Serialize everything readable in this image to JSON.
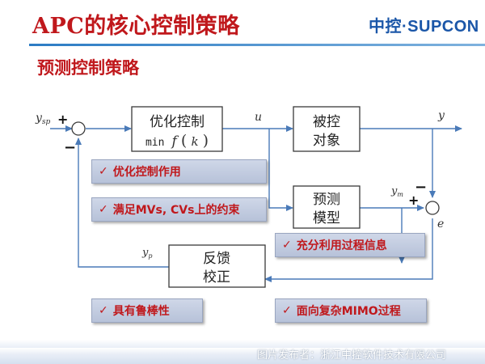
{
  "header": {
    "title": "APC的核心控制策略",
    "logo": "中控·SUPCON",
    "subtitle": "预测控制策略"
  },
  "blocks": {
    "optimizer": {
      "line1": "优化控制",
      "line2_prefix": "min",
      "line2_func": "f",
      "line2_arg": "k"
    },
    "plant": {
      "line1": "被控",
      "line2": "对象"
    },
    "model": {
      "line1": "预测",
      "line2": "模型"
    },
    "feedback": {
      "line1": "反馈",
      "line2": "校正"
    }
  },
  "signals": {
    "ysp": "y",
    "ysp_sub": "sp",
    "u": "u",
    "y": "y",
    "ym": "y",
    "ym_sub": "m",
    "yp": "y",
    "yp_sub": "p",
    "e": "e"
  },
  "signs": {
    "plus": "+",
    "minus": "−"
  },
  "callouts": {
    "c1": "优化控制作用",
    "c2": "满足MVs, CVs上的约束",
    "c3": "充分利用过程信息",
    "c4": "具有鲁棒性",
    "c5": "面向复杂MIMO过程",
    "check": "✓"
  },
  "footer": {
    "watermark": "图片发布者：浙江中控软件技术有限公司"
  },
  "colors": {
    "title_red": "#c0181c",
    "line_blue": "#4a7ab8",
    "logo_blue": "#1a56a8",
    "callout_bg": "#c4cde0"
  }
}
